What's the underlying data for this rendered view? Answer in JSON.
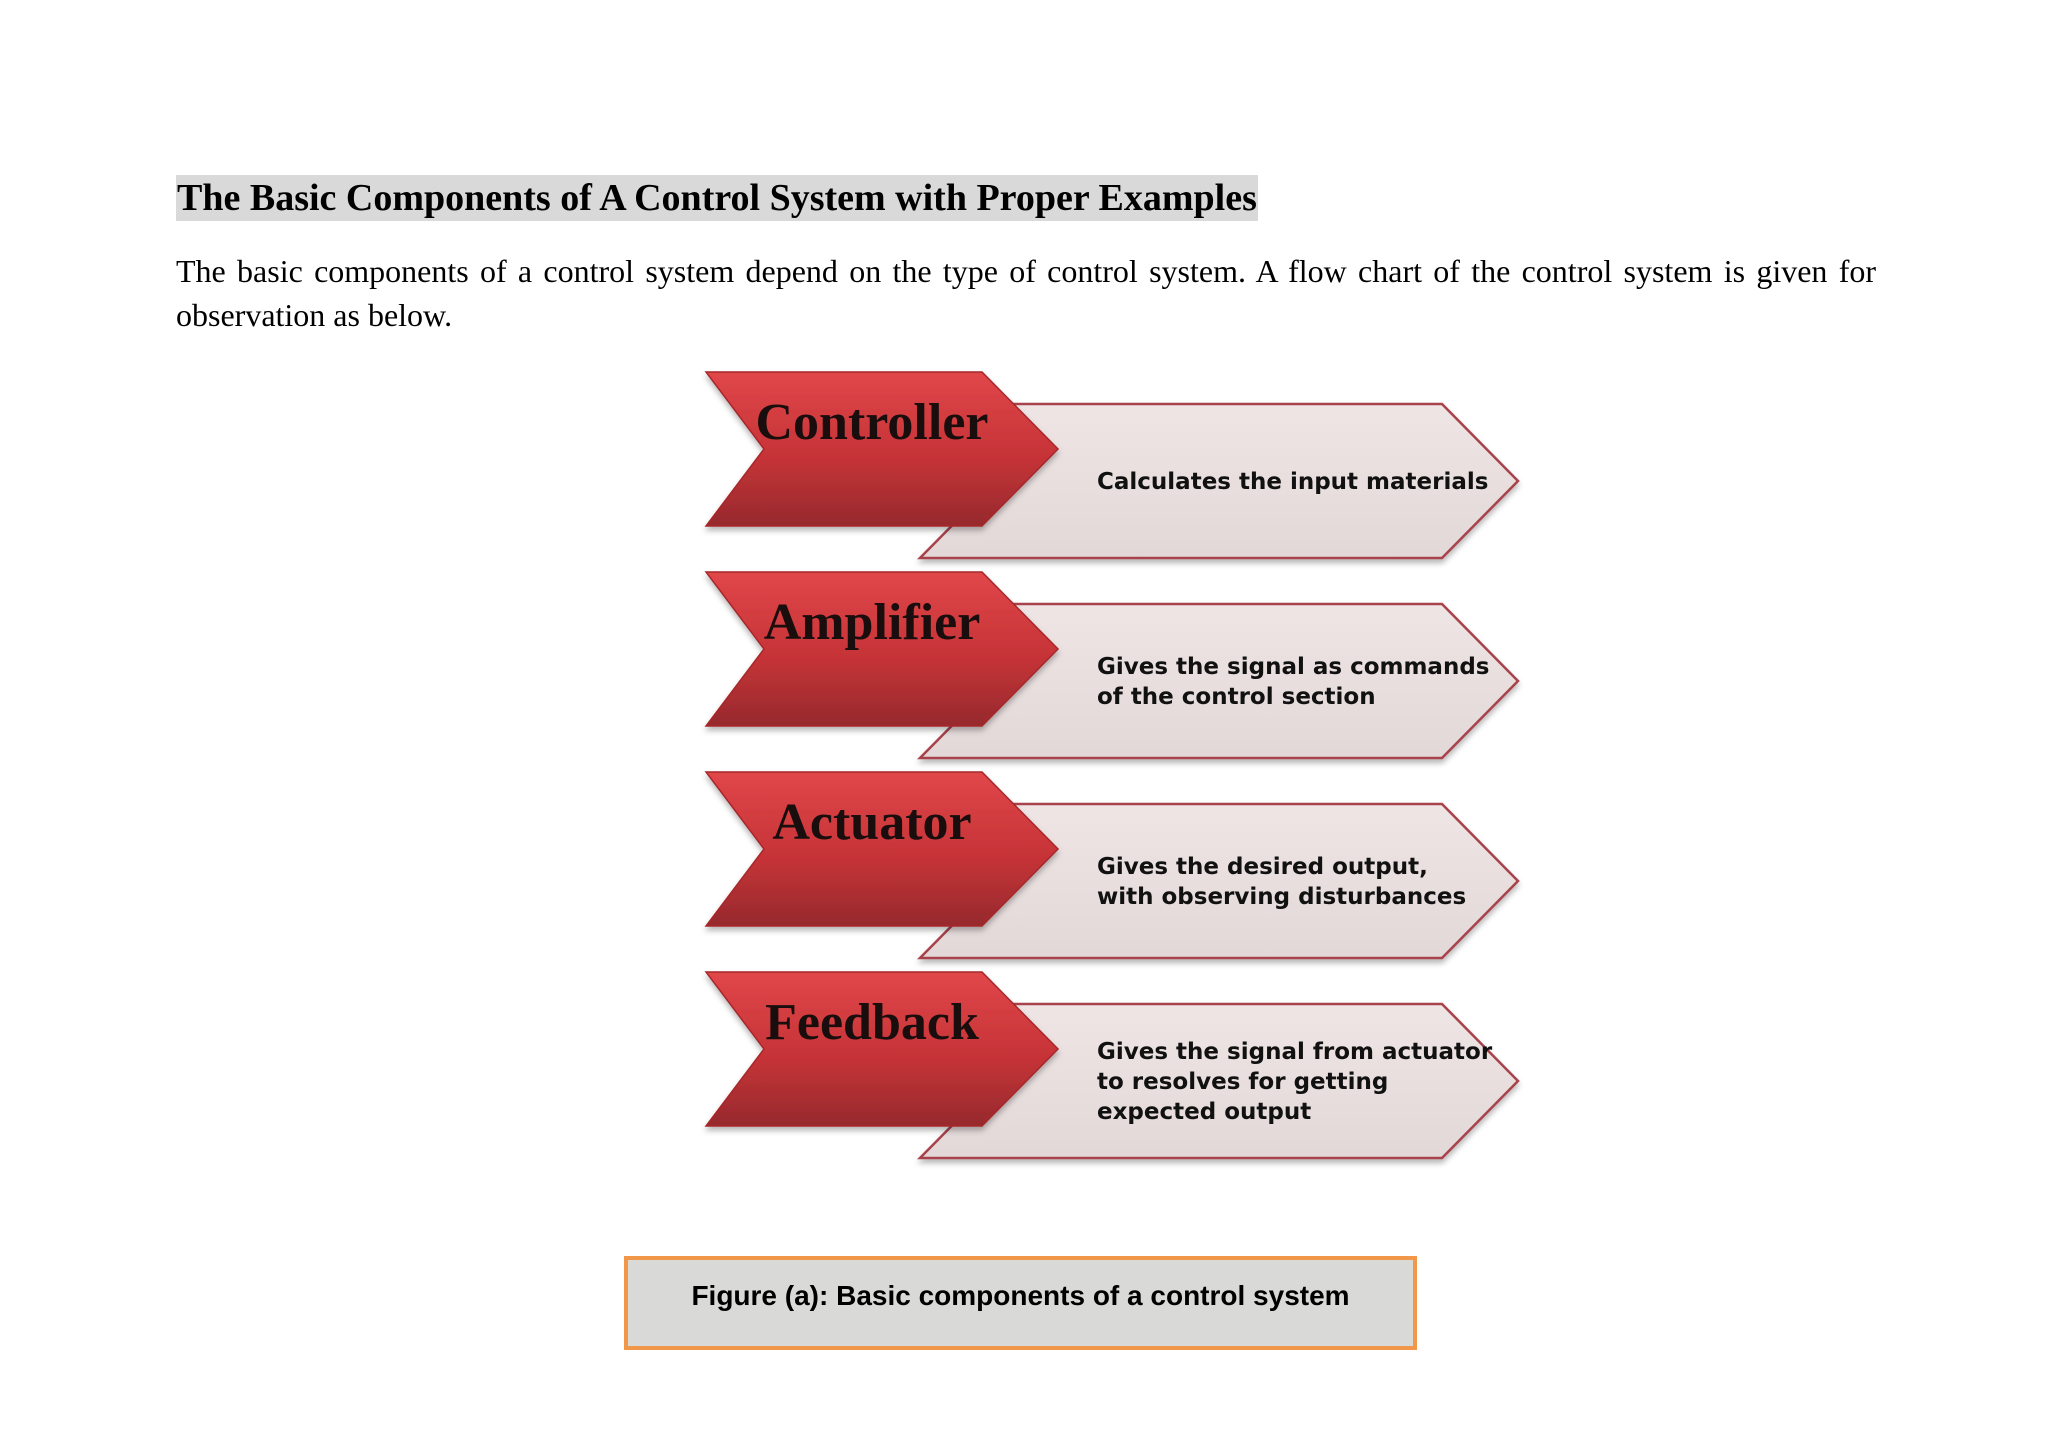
{
  "heading": "The Basic Components of A Control System with Proper Examples",
  "intro": "The basic components of a control system depend on the type of control system. A flow chart of the control system is given for observation as below.",
  "components": [
    {
      "title": "Controller",
      "desc": [
        "Calculates the input materials"
      ]
    },
    {
      "title": "Amplifier",
      "desc": [
        "Gives the signal as commands",
        "of the control section"
      ]
    },
    {
      "title": "Actuator",
      "desc": [
        "Gives the desired output,",
        "with observing disturbances"
      ]
    },
    {
      "title": "Feedback",
      "desc": [
        "Gives the signal from actuator",
        "to resolves for getting",
        "expected output"
      ]
    }
  ],
  "caption": "Figure (a): Basic components of a control system",
  "colors": {
    "red_chevron": "#c9353a",
    "pale_chevron": "#e6dcdc",
    "chevron_border": "#a8434b",
    "caption_border": "#f0974a",
    "caption_fill": "#d9dad7",
    "heading_highlight": "#d9d9d9"
  }
}
